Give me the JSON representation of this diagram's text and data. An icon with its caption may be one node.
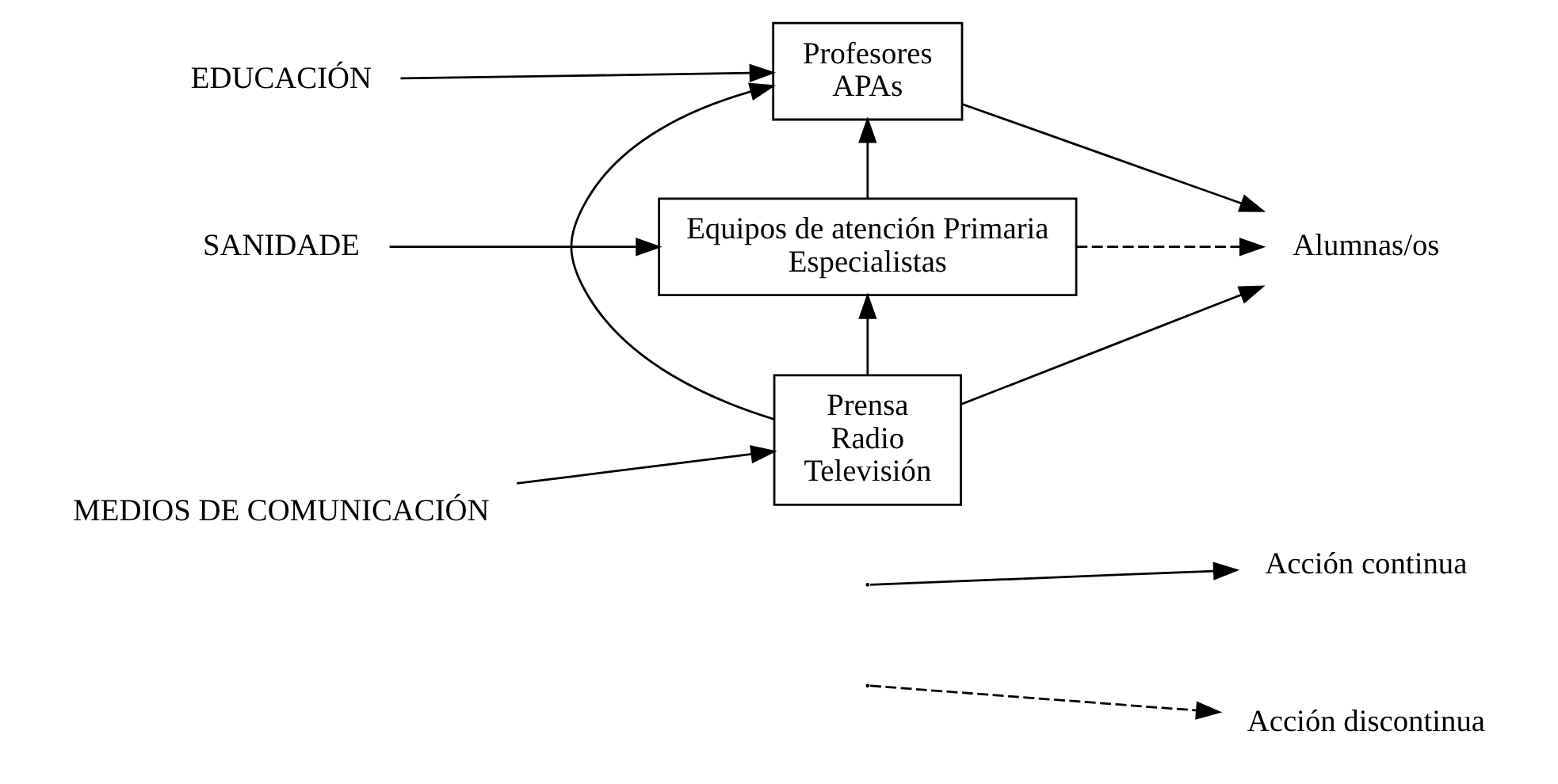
{
  "diagram": {
    "nodes": [
      {
        "text": [
          "EDUCACIÓN"
        ]
      },
      {
        "text": [
          "Profesores",
          "APAs"
        ]
      },
      {
        "text": [
          "Alumnas/os"
        ]
      },
      {
        "text": [
          "SANIDADE"
        ]
      },
      {
        "text": [
          "Equipos de atención Primaria",
          "Especialistas"
        ]
      },
      {
        "text": [
          "MEDIOS DE COMUNICACIÓN"
        ]
      },
      {
        "text": [
          "Prensa",
          "Radio",
          "Televisión"
        ]
      }
    ],
    "edges": [
      {
        "from": 0,
        "to": 1,
        "arrow": "to"
      },
      {
        "from": 1,
        "to": 2,
        "arrow": "to"
      },
      {
        "from": 4,
        "to": 1,
        "arrow": "to"
      },
      {
        "from": 4,
        "to": 2,
        "arrow": "to",
        "style": "dashed"
      },
      {
        "from": 3,
        "to": 4,
        "arrow": "to"
      },
      {
        "from": 6,
        "to": 4,
        "arrow": "to"
      },
      {
        "from": 6,
        "to": 1,
        "arrow": "to"
      },
      {
        "from": 6,
        "to": 2,
        "arrow": "to"
      },
      {
        "from": 5,
        "to": 6,
        "arrow": "to"
      }
    ],
    "legend": [
      {
        "text": "Acción continua"
      },
      {
        "text": "Acción discontinua"
      }
    ]
  }
}
